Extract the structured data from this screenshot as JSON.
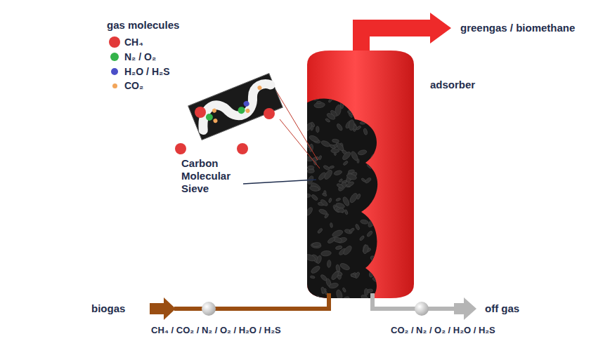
{
  "diagram": {
    "nodes": [
      {
        "text": [
          "adsorber"
        ]
      }
    ],
    "edges": [],
    "labels": [
      "gas molecules",
      "greengas / biomethane",
      "Carbon Molecular Sieve",
      "biogas",
      "CH₄ / CO₂ / N₂ / O₂ / H₂O / H₂S",
      "off gas",
      "CO₂ / N₂ / O₂ / H₂O / H₂S"
    ],
    "legend": [
      {
        "text": "CH₄",
        "color": "#e23a3a"
      },
      {
        "text": "N₂ / O₂",
        "color": "#34b34a"
      },
      {
        "text": "H₂O / H₂S",
        "color": "#4b4fc8"
      },
      {
        "text": "CO₂",
        "color": "#f2a55a"
      }
    ]
  }
}
